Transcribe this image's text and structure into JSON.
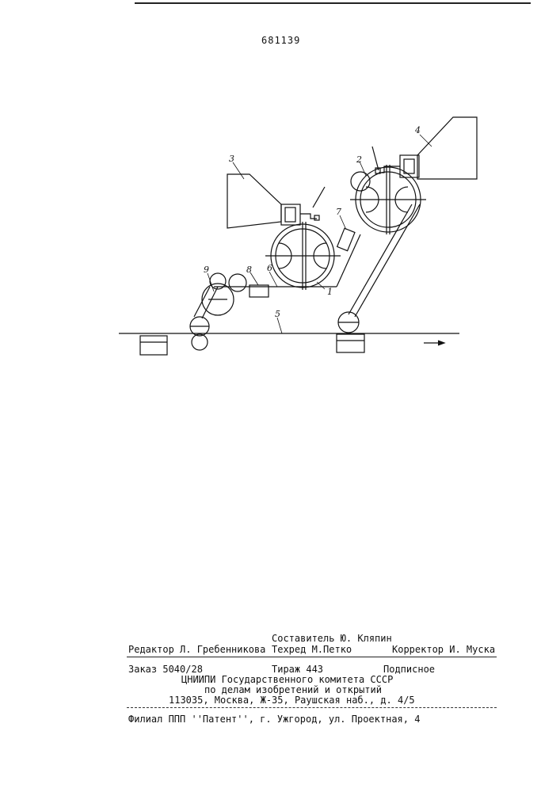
{
  "page_number": "681139",
  "figure": {
    "labels": {
      "l1": "1",
      "l2": "2",
      "l3": "3",
      "l4": "4",
      "l5": "5",
      "l6": "6",
      "l7": "7",
      "l8": "8",
      "l9": "9"
    }
  },
  "imprint": {
    "compiler": "Составитель Ю. Кляпин",
    "editor": "Редактор Л. Гребенникова",
    "techred": "Техред М.Петко",
    "corrector": "Корректор И. Муска",
    "order": "Заказ 5040/28",
    "circulation": "Тираж 443",
    "subscription": "Подписное",
    "org1": "ЦНИИПИ Государственного комитета СССР",
    "org2": "по делам изобретений и открытий",
    "address": "113035, Москва, Ж-35, Раушская наб., д. 4/5",
    "branch": "Филиал ППП ''Патент'', г. Ужгород, ул. Проектная, 4"
  }
}
